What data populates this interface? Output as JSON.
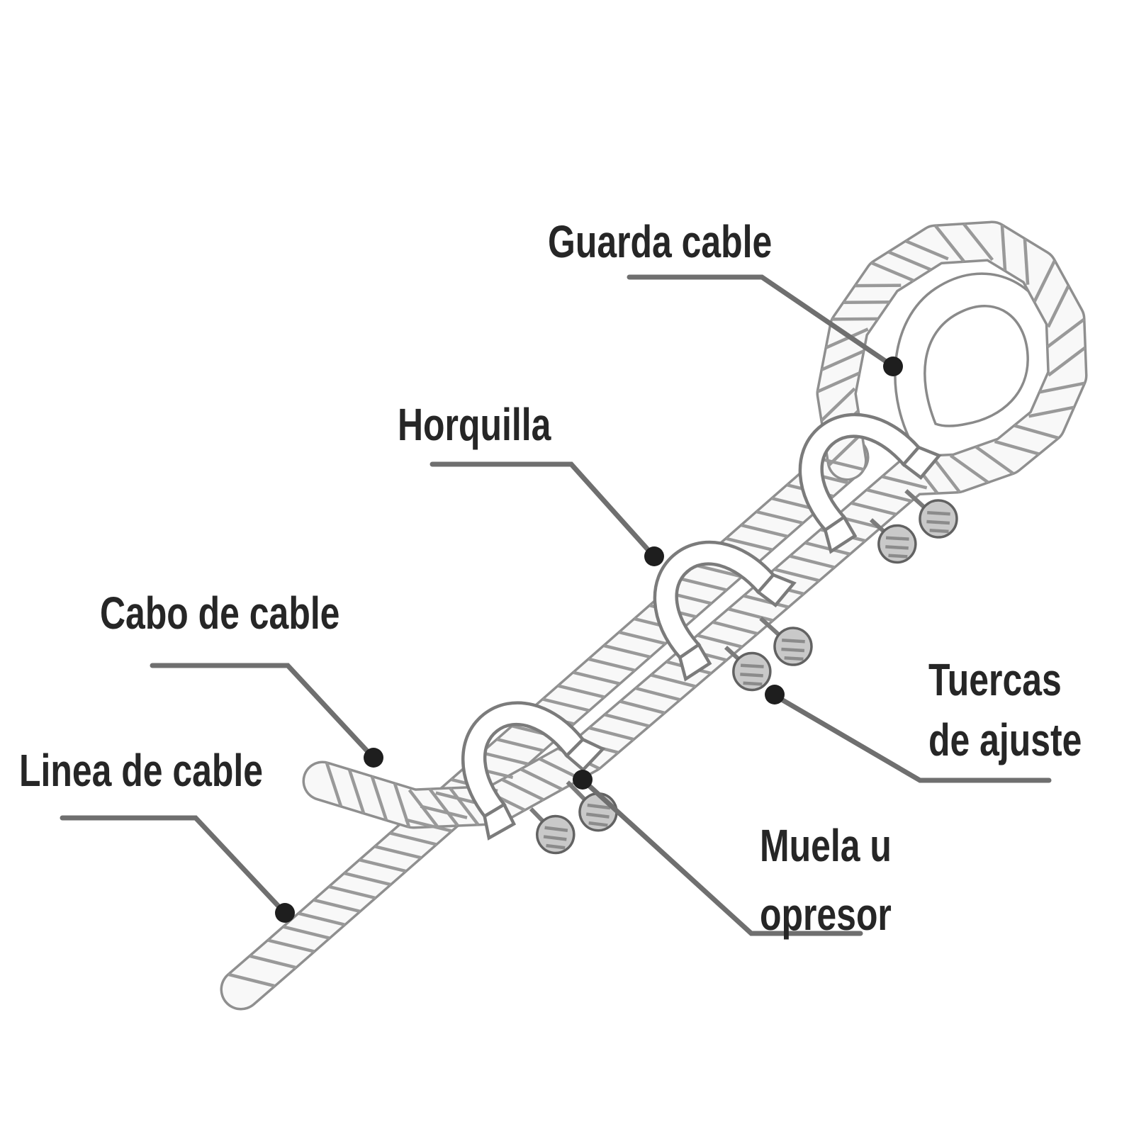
{
  "diagram": {
    "background": "#ffffff",
    "labels": {
      "guarda_cable": "Guarda cable",
      "horquilla": "Horquilla",
      "cabo_de_cable": "Cabo de cable",
      "linea_de_cable": "Linea de cable",
      "tuercas_line1": "Tuercas",
      "tuercas_line2": "de ajuste",
      "muela_line1": "Muela u",
      "muela_line2": "opresor"
    },
    "colors": {
      "label_text": "#262626",
      "leader_line": "#6f6f6f",
      "leader_dot": "#1e1e1e",
      "rope_edge": "#8f8f8f",
      "rope_body": "#f8f8f8",
      "rope_strand_hatch": "#999999",
      "metal_outline": "#7b7b7b",
      "nut_fill": "#c9c9c9"
    }
  }
}
